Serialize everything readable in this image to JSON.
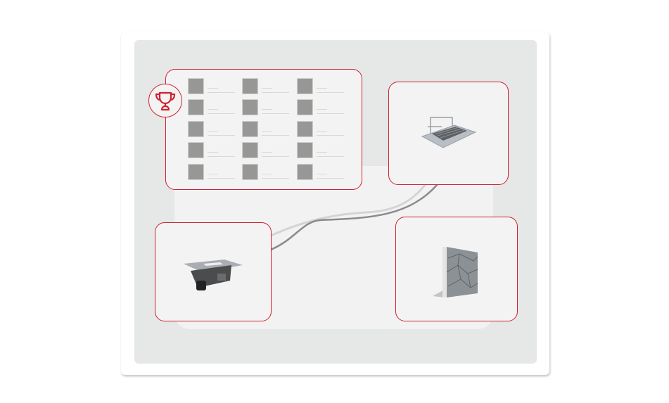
{
  "colors": {
    "accent": "#d0212f",
    "panel": "#e6e7e7",
    "card": "#f3f3f3",
    "thumbnail": "#979896"
  },
  "icons": {
    "badge": "trophy-icon"
  },
  "grid": {
    "columns": 3,
    "rows": 5
  },
  "cards": [
    {
      "name": "list-card",
      "content": "thumbnail-grid"
    },
    {
      "name": "grating-card",
      "content": "drain-grating-image"
    },
    {
      "name": "drain-box-card",
      "content": "drain-box-image"
    },
    {
      "name": "stone-wall-card",
      "content": "stone-wall-image"
    }
  ]
}
